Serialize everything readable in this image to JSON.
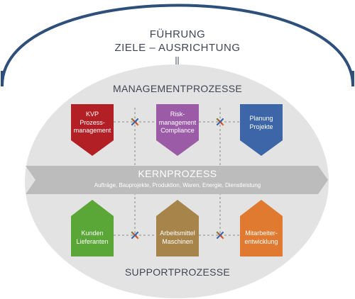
{
  "header": {
    "line1": "FÜHRUNG",
    "line2": "ZIELE – AUSRICHTUNG"
  },
  "management": {
    "title": "MANAGEMENTPROZESSE",
    "boxes": [
      {
        "label": "KVP\nProzess-\nmanagement",
        "color": "#b22026"
      },
      {
        "label": "Risk-\nmanagement\nCompliance",
        "color": "#9b5ba7"
      },
      {
        "label": "Planung\nProjekte",
        "color": "#3c66a7"
      }
    ]
  },
  "core": {
    "title": "KERNPROZESS",
    "subtitle": "Aufträge, Bauprojekte, Produktion, Waren, Energie, Dienstleistung",
    "color": "#bcbcbc"
  },
  "support": {
    "title": "SUPPORTPROZESSE",
    "boxes": [
      {
        "label": "Kunden\nLieferanten",
        "color": "#5aa738"
      },
      {
        "label": "Arbeitsmittel\nMaschinen",
        "color": "#a6844a"
      },
      {
        "label": "Mitarbeiter-\nentwicklung",
        "color": "#e07a30"
      }
    ]
  },
  "colors": {
    "arc": "#2e4f7a",
    "ellipse": "#e3e3e3",
    "connector": "#7f7f7f"
  },
  "connector_icon": "x-arrows-icon"
}
